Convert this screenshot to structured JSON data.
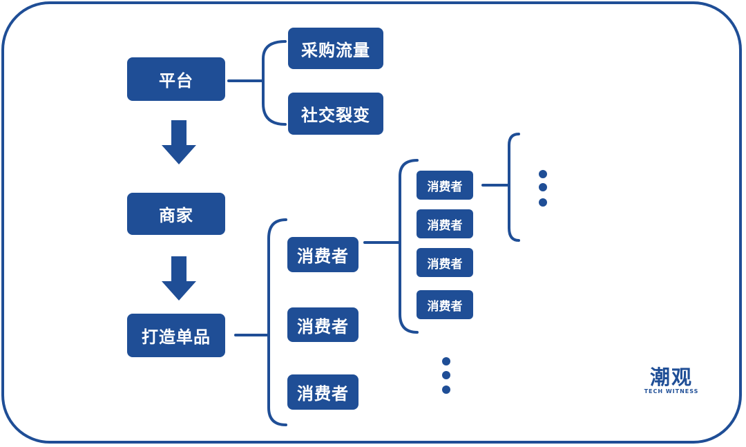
{
  "diagram": {
    "platform": "平台",
    "procurement_traffic": "采购流量",
    "social_fission": "社交裂变",
    "merchant": "商家",
    "build_single_product": "打造单品",
    "consumer": "消费者"
  },
  "logo": {
    "main": "潮观",
    "sub": "TECH WITNESS"
  },
  "colors": {
    "primary": "#1f4e96",
    "background": "#ffffff"
  }
}
